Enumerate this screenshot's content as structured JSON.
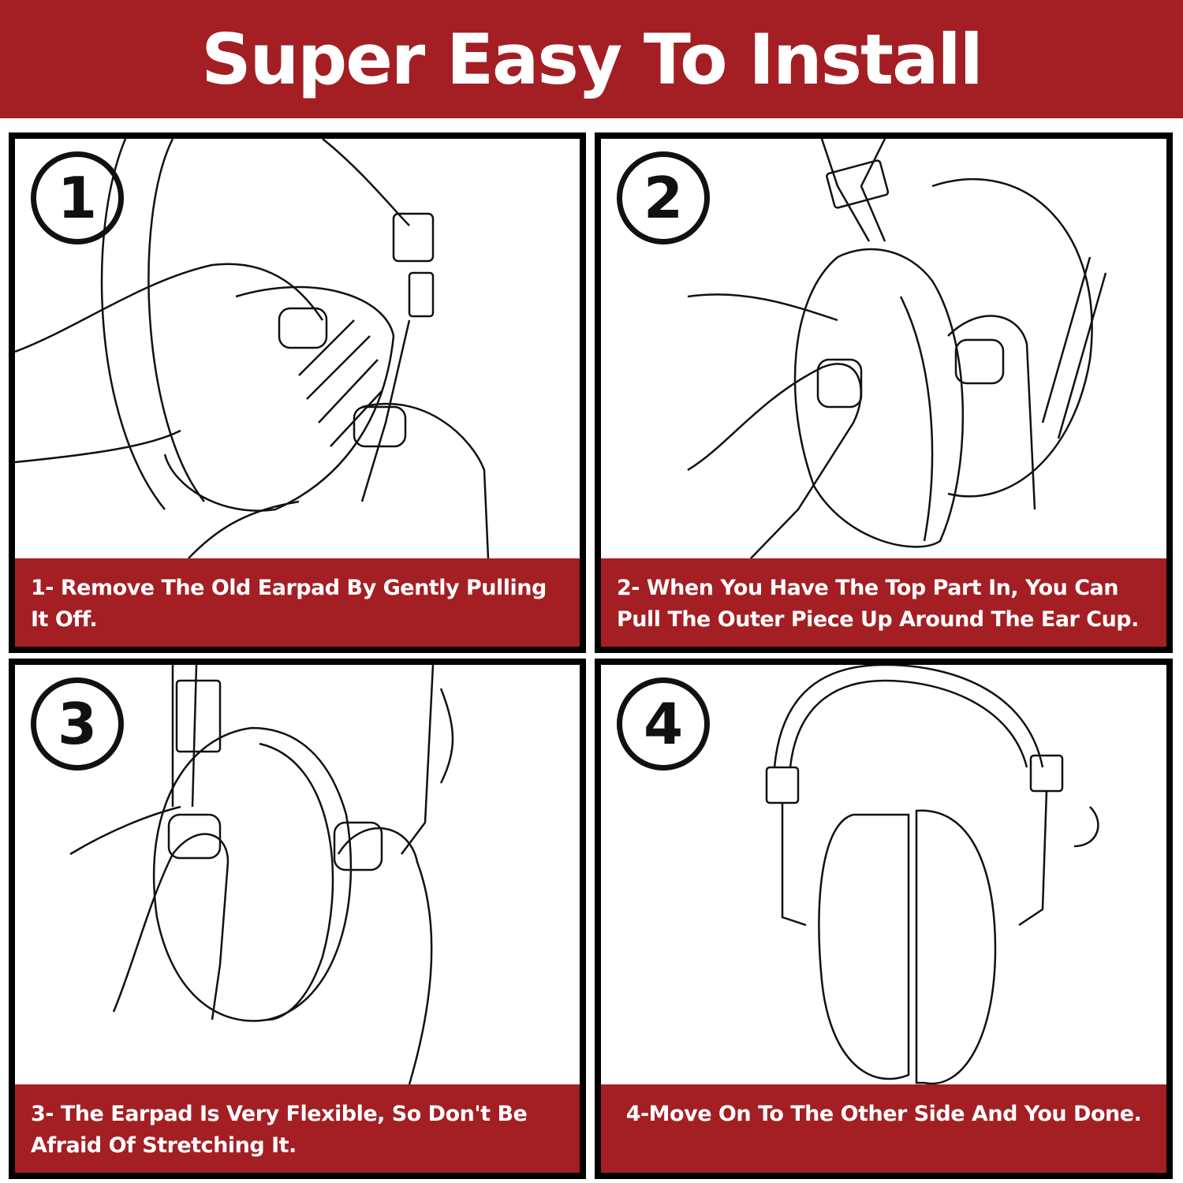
{
  "title": "Super Easy To Install",
  "steps": [
    {
      "number": "1",
      "caption": "1- Remove The Old Earpad By Gently Pulling It Off."
    },
    {
      "number": "2",
      "caption": "2- When You Have The Top Part In, You Can Pull  The Outer Piece Up Around The Ear Cup."
    },
    {
      "number": "3",
      "caption": "3- The Earpad Is Very Flexible, So Don't Be Afraid Of Stretching It."
    },
    {
      "number": "4",
      "caption": "4-Move On To The Other Side And You Done."
    }
  ],
  "colors": {
    "brand_red": "#a31f24",
    "border": "#000000"
  }
}
